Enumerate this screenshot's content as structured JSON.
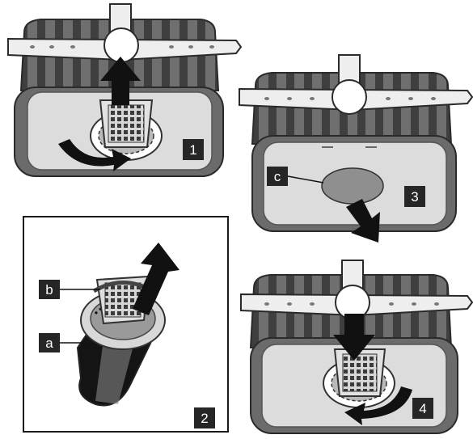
{
  "steps": {
    "step1": {
      "number": "1"
    },
    "step2": {
      "number": "2"
    },
    "step3": {
      "number": "3"
    },
    "step4": {
      "number": "4"
    }
  },
  "callouts": {
    "a": "a",
    "b": "b",
    "c": "c"
  }
}
